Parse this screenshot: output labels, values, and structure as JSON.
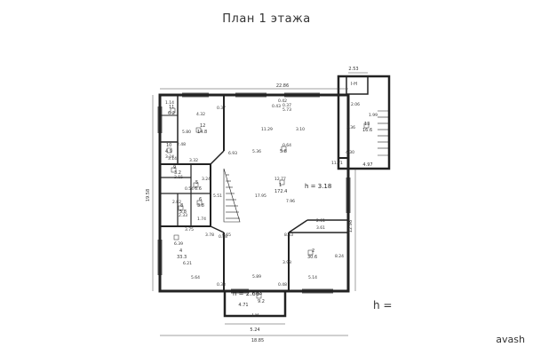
{
  "title": "План 1 этажа",
  "dimensions": {
    "top": "22.86",
    "stair_top": "2.53",
    "left": "19.58",
    "right": "12.98",
    "bottom_total": "18.85",
    "bottom_vestibule": "5.24",
    "vestibule_inner": "4.71",
    "stair_right": "4.97"
  },
  "rooms": [
    {
      "num": "11",
      "area": "6.2"
    },
    {
      "num": "12",
      "area": "14.8"
    },
    {
      "num": "10",
      "area": "4.9"
    },
    {
      "num": "9",
      "area": "3.2"
    },
    {
      "num": "8",
      "area": "5.8"
    },
    {
      "num": "6",
      "area": "3.8"
    },
    {
      "num": "5",
      "area": "6.6"
    },
    {
      "num": "4",
      "area": "33.3"
    },
    {
      "num": "3",
      "area": "9.2"
    },
    {
      "num": "2",
      "area": "30.6"
    },
    {
      "num": "1",
      "area": "172.4"
    },
    {
      "num": "13",
      "area": "16.6"
    },
    {
      "num": "",
      "area": "5.8"
    }
  ],
  "labels": {
    "stair_label_top": "I-H",
    "stair_label_bottom": "I-H",
    "ceiling_main": "h = 3.18",
    "ceiling_vestibule": "h = 2.66",
    "ceiling_note": "h ="
  },
  "measures": [
    "4.32",
    "0.37",
    "5.80",
    "2.48",
    "3.24",
    "2.15",
    "0.54",
    "3.32",
    "2.82",
    "2.33",
    "1.74",
    "3.75",
    "6.39",
    "6.21",
    "5.64",
    "0.38",
    "0.48",
    "6.93",
    "0.37",
    "11.29",
    "3.10",
    "0.64",
    "5.36",
    "12.77",
    "17.95",
    "7.96",
    "5.51",
    "3.24",
    "0.48",
    "5.89",
    "3.98",
    "8.63",
    "3.61",
    "2.61",
    "8.24",
    "5.14",
    "3.78",
    "11.71",
    "4.30",
    "1.99",
    "2.06",
    "3.14",
    "1.14",
    "0.42",
    "3.36",
    "5.73",
    "0.65",
    "0.43"
  ],
  "watermark": "avash"
}
